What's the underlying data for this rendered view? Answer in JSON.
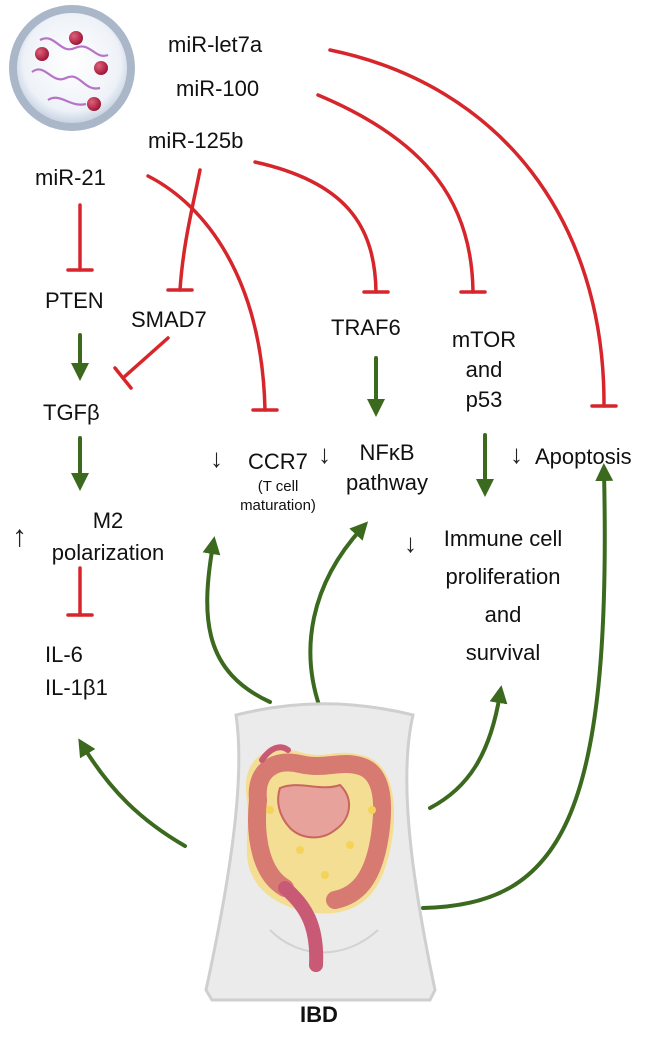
{
  "colors": {
    "inhibition": "#d7262b",
    "activation": "#3b6a1f",
    "text": "#111111",
    "down_arrow": "#222222"
  },
  "mirnas": {
    "let7a": "miR-let7a",
    "m100": "miR-100",
    "m125b": "miR-125b",
    "m21": "miR-21"
  },
  "nodes": {
    "pten": "PTEN",
    "smad7": "SMAD7",
    "traf6": "TRAF6",
    "mtor_line1": "mTOR",
    "mtor_line2": "and",
    "mtor_line3": "p53",
    "tgfb": "TGFβ",
    "ccr7": "CCR7",
    "ccr7_note_line1": "(T cell",
    "ccr7_note_line2": "maturation)",
    "nfkb_line1": "NFκB",
    "nfkb_line2": "pathway",
    "apoptosis": "Apoptosis",
    "m2_line1": "M2",
    "m2_line2": "polarization",
    "immune_line1": "Immune cell",
    "immune_line2": "proliferation",
    "immune_line3": "and",
    "immune_line4": "survival",
    "il6": "IL-6",
    "il1b1": "IL-1β1"
  },
  "direction_symbols": {
    "down": "↓",
    "up": "↑"
  },
  "footer": {
    "label": "IBD"
  },
  "icons": {
    "exosome": "exosome-vesicle-icon",
    "body": "abdomen-with-inflamed-colon-icon"
  }
}
